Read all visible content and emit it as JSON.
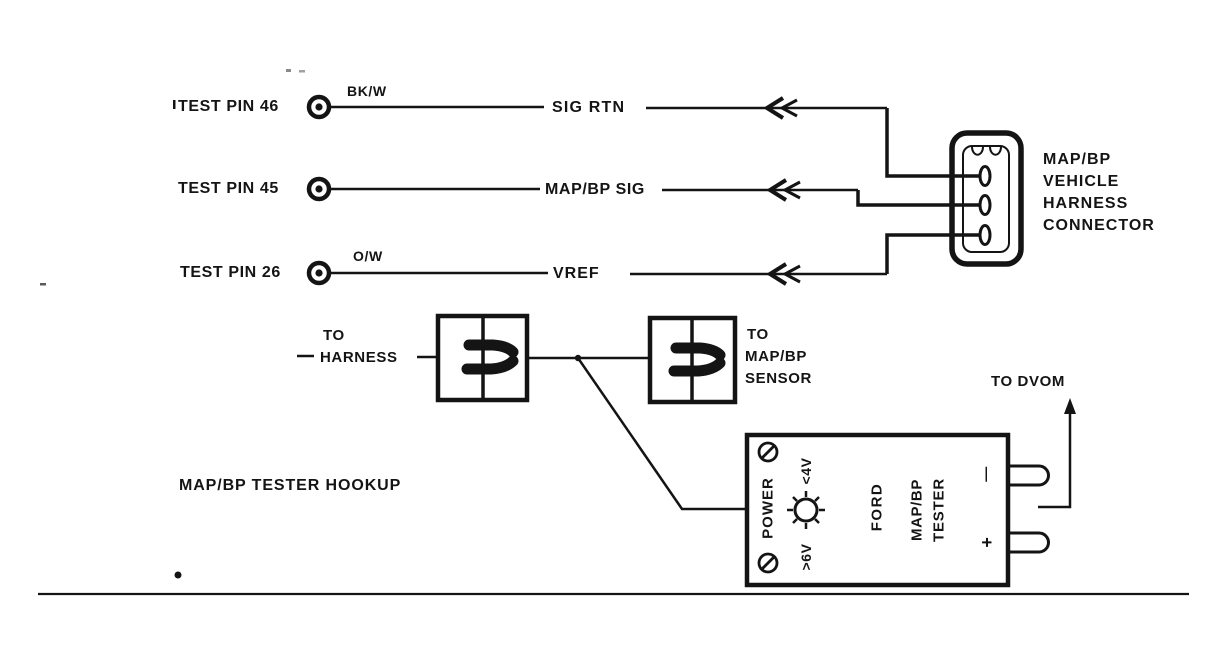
{
  "colors": {
    "ink": "#141414",
    "background": "#ffffff"
  },
  "diagram": {
    "title": "MAP/BP TESTER HOOKUP",
    "test_rows": [
      {
        "pin_label": "TEST PIN 46",
        "wire_color": "BK/W",
        "signal": "SIG RTN"
      },
      {
        "pin_label": "TEST PIN 45",
        "wire_color": "",
        "signal": "MAP/BP SIG"
      },
      {
        "pin_label": "TEST PIN 26",
        "wire_color": "O/W",
        "signal": "VREF"
      }
    ],
    "harness_connector": {
      "label_lines": [
        "MAP/BP",
        "VEHICLE",
        "HARNESS",
        "CONNECTOR"
      ]
    },
    "inline_connectors": {
      "left_label": [
        "TO",
        "HARNESS"
      ],
      "right_label": [
        "TO",
        "MAP/BP",
        "SENSOR"
      ]
    },
    "tester": {
      "power_label": "POWER",
      "high_voltage": ">6V",
      "low_voltage": "<4V",
      "brand": "FORD",
      "device_lines": [
        "MAP/BP",
        "TESTER"
      ],
      "minus": "—",
      "plus": "+"
    },
    "dvom_label": "TO DVOM"
  }
}
